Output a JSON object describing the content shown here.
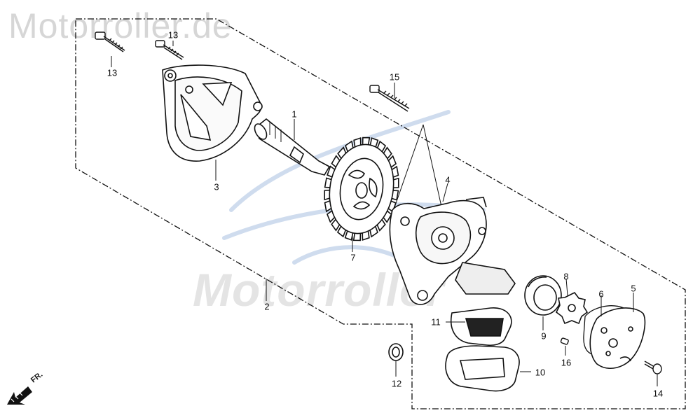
{
  "watermark": {
    "top_text": "Motorroller.de",
    "center_text": "Motorroller"
  },
  "direction_label": "FR.",
  "callouts": {
    "c1": "1",
    "c2": "2",
    "c3": "3",
    "c4": "4",
    "c5": "5",
    "c6": "6",
    "c7": "7",
    "c8": "8",
    "c9": "9",
    "c10": "10",
    "c11": "11",
    "c12": "12",
    "c13a": "13",
    "c13b": "13",
    "c14": "14",
    "c15": "15",
    "c16": "16"
  },
  "parts": {
    "p1": "shaft",
    "p2": "oil-pump-assembly",
    "p3": "pump-cover",
    "p4": "pump-body",
    "p5": "end-cover",
    "p6": "gasket",
    "p7": "driven-sprocket",
    "p8": "inner-rotor",
    "p9": "outer-rotor",
    "p10": "strainer-seal",
    "p11": "oil-strainer",
    "p12": "o-ring",
    "p13": "bolt",
    "p14": "screw",
    "p15": "long-bolt",
    "p16": "dowel-pin"
  }
}
